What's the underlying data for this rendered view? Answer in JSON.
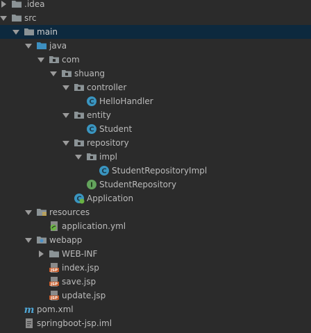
{
  "tree": {
    "items": [
      {
        "label": ".idea",
        "depth": 0,
        "expanded": false,
        "icon": "folder-icon"
      },
      {
        "label": "src",
        "depth": 0,
        "expanded": true,
        "icon": "folder-icon"
      },
      {
        "label": "main",
        "depth": 1,
        "expanded": true,
        "icon": "folder-icon",
        "selected": true
      },
      {
        "label": "java",
        "depth": 2,
        "expanded": true,
        "icon": "source-folder-icon"
      },
      {
        "label": "com",
        "depth": 3,
        "expanded": true,
        "icon": "package-icon"
      },
      {
        "label": "shuang",
        "depth": 4,
        "expanded": true,
        "icon": "package-icon"
      },
      {
        "label": "controller",
        "depth": 5,
        "expanded": true,
        "icon": "package-icon"
      },
      {
        "label": "HelloHandler",
        "depth": 6,
        "icon": "class-icon"
      },
      {
        "label": "entity",
        "depth": 5,
        "expanded": true,
        "icon": "package-icon"
      },
      {
        "label": "Student",
        "depth": 6,
        "icon": "class-icon"
      },
      {
        "label": "repository",
        "depth": 5,
        "expanded": true,
        "icon": "package-icon"
      },
      {
        "label": "impl",
        "depth": 6,
        "expanded": true,
        "icon": "package-icon"
      },
      {
        "label": "StudentRepositoryImpl",
        "depth": 7,
        "icon": "class-icon"
      },
      {
        "label": "StudentRepository",
        "depth": 6,
        "icon": "interface-icon"
      },
      {
        "label": "Application",
        "depth": 5,
        "icon": "spring-boot-class-icon"
      },
      {
        "label": "resources",
        "depth": 2,
        "expanded": true,
        "icon": "resources-folder-icon"
      },
      {
        "label": "application.yml",
        "depth": 3,
        "icon": "spring-yml-icon"
      },
      {
        "label": "webapp",
        "depth": 2,
        "expanded": true,
        "icon": "web-folder-icon"
      },
      {
        "label": "WEB-INF",
        "depth": 3,
        "expanded": false,
        "icon": "folder-icon"
      },
      {
        "label": "index.jsp",
        "depth": 3,
        "icon": "jsp-file-icon"
      },
      {
        "label": "save.jsp",
        "depth": 3,
        "icon": "jsp-file-icon"
      },
      {
        "label": "update.jsp",
        "depth": 3,
        "icon": "jsp-file-icon"
      },
      {
        "label": "pom.xml",
        "depth": 1,
        "icon": "maven-icon"
      },
      {
        "label": "springboot-jsp.iml",
        "depth": 1,
        "icon": "iml-file-icon"
      }
    ]
  },
  "colors": {
    "background": "#2b2b2b",
    "selection": "#0d293e",
    "text": "#bbbbbb",
    "folder": "#8b9396",
    "source_folder": "#3d8fc0",
    "class": "#3a95c0",
    "interface": "#63a35c",
    "jsp": "#c75d2c",
    "maven": "#4fa6d5",
    "spring": "#6ab344"
  }
}
